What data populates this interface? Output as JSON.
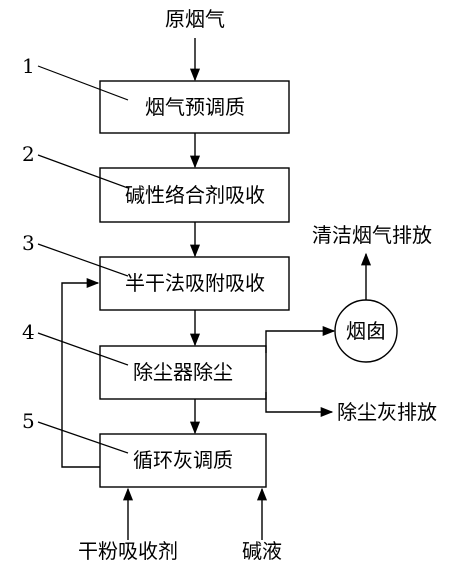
{
  "diagram": {
    "input_label": "原烟气",
    "steps": [
      {
        "num": "1",
        "label": "烟气预调质"
      },
      {
        "num": "2",
        "label": "碱性络合剂吸收"
      },
      {
        "num": "3",
        "label": "半干法吸附吸收"
      },
      {
        "num": "4",
        "label": "除尘器除尘"
      },
      {
        "num": "5",
        "label": "循环灰调质"
      }
    ],
    "chimney_label": "烟囱",
    "clean_exhaust_label": "清洁烟气排放",
    "dust_discharge_label": "除尘灰排放",
    "sorbent_label": "干粉吸收剂",
    "alkali_label": "碱液"
  },
  "colors": {
    "line": "#000000",
    "background": "#ffffff"
  }
}
